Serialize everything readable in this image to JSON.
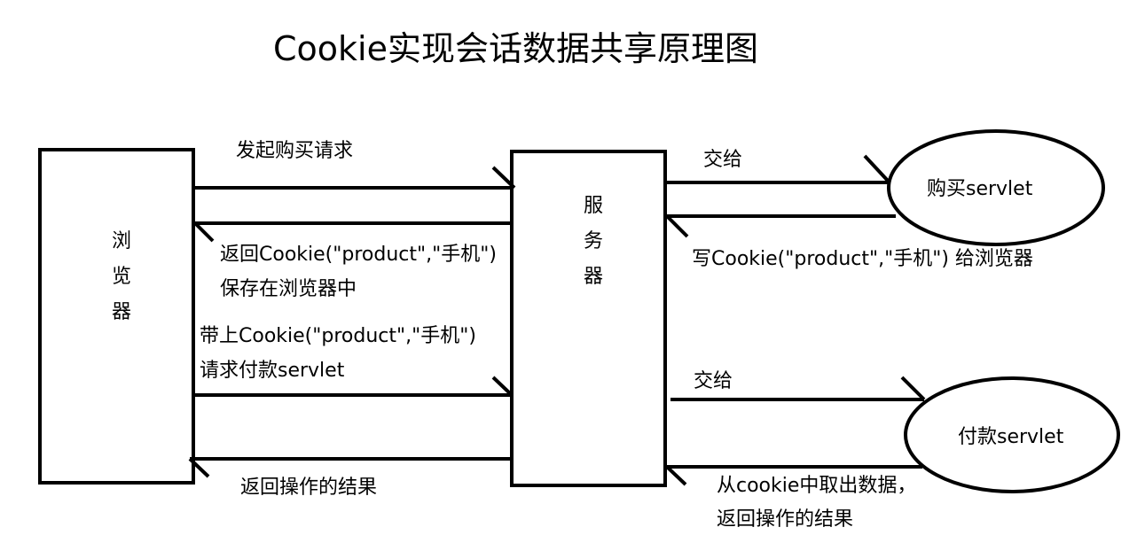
{
  "title": "Cookie实现会话数据共享原理图",
  "nodes": {
    "browser": [
      "浏",
      "览",
      "器"
    ],
    "server": [
      "服",
      "务",
      "器"
    ],
    "buy_servlet": "购买servlet",
    "pay_servlet": "付款servlet"
  },
  "labels": {
    "purchase_request": "发起购买请求",
    "return_cookie_line1": "返回Cookie(\"product\",\"手机\")",
    "return_cookie_line2": "保存在浏览器中",
    "carry_cookie_line1": "带上Cookie(\"product\",\"手机\")",
    "carry_cookie_line2": "请求付款servlet",
    "return_result": "返回操作的结果",
    "hand_to_buy": "交给",
    "write_cookie": "写Cookie(\"product\",\"手机\") 给浏览器",
    "hand_to_pay": "交给",
    "from_cookie_line1": "从cookie中取出数据，",
    "from_cookie_line2": "返回操作的结果"
  }
}
